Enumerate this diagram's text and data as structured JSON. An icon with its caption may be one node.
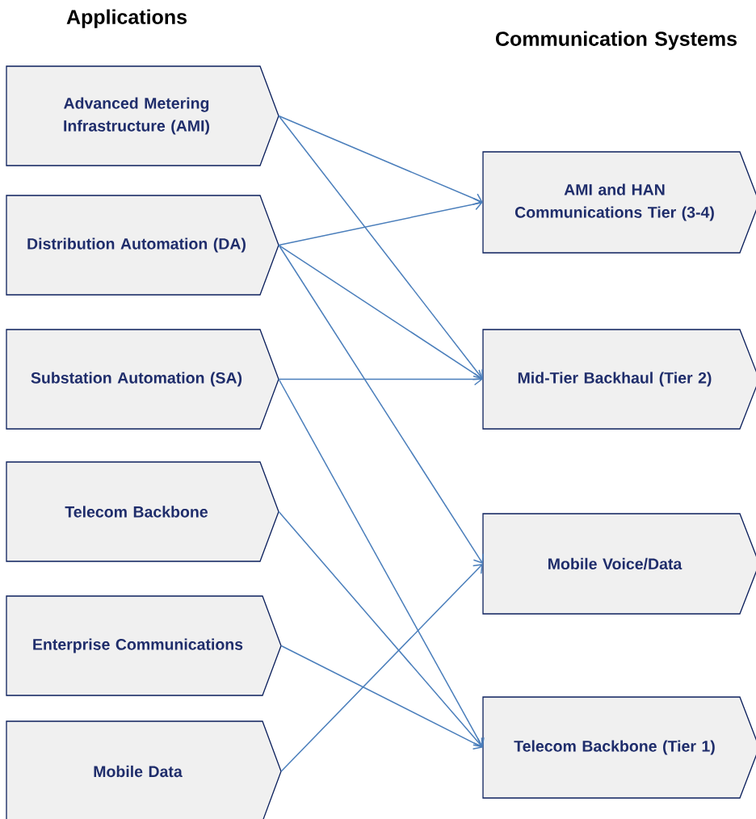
{
  "diagram": {
    "nodes": [
      {
        "text": [
          "Advanced Metering Infrastructure (AMI)"
        ]
      },
      {
        "text": [
          "Distribution Automation (DA)"
        ]
      },
      {
        "text": [
          "Substation Automation (SA)"
        ]
      },
      {
        "text": [
          "Telecom Backbone"
        ]
      },
      {
        "text": [
          "Enterprise Communications"
        ]
      },
      {
        "text": [
          "Mobile Data"
        ]
      },
      {
        "text": [
          "AMI and HAN Communications Tier (3-4)"
        ]
      },
      {
        "text": [
          "Mid-Tier Backhaul (Tier 2)"
        ]
      },
      {
        "text": [
          "Mobile Voice/Data"
        ]
      },
      {
        "text": [
          "Telecom Backbone (Tier 1)"
        ]
      }
    ],
    "edges": [
      {
        "from": 0,
        "to": 6,
        "arrow": "to"
      },
      {
        "from": 0,
        "to": 7,
        "arrow": "to"
      },
      {
        "from": 1,
        "to": 6,
        "arrow": "to"
      },
      {
        "from": 1,
        "to": 7,
        "arrow": "to"
      },
      {
        "from": 1,
        "to": 8,
        "arrow": "to"
      },
      {
        "from": 2,
        "to": 7,
        "arrow": "to"
      },
      {
        "from": 2,
        "to": 9,
        "arrow": "to"
      },
      {
        "from": 3,
        "to": 9,
        "arrow": "to"
      },
      {
        "from": 4,
        "to": 9,
        "arrow": "to"
      },
      {
        "from": 5,
        "to": 8,
        "arrow": "to"
      }
    ],
    "labels": [
      "Applications",
      "Communication Systems"
    ]
  }
}
